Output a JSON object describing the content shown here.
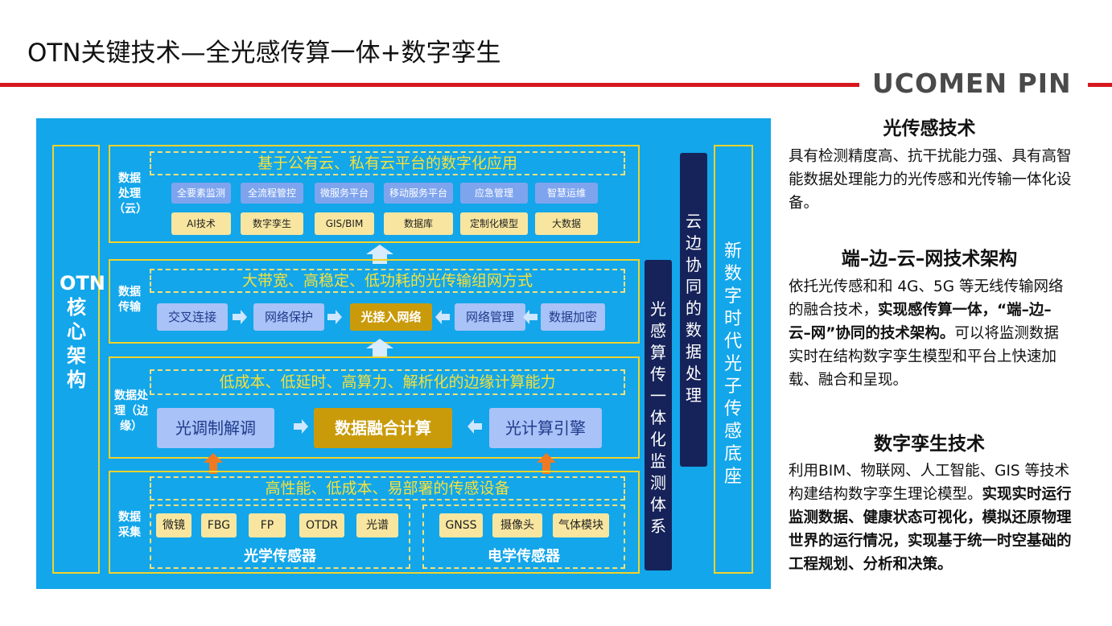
{
  "title": "OTN关键技术—全光感传算一体+数字孪生",
  "logo": "UCOMEN PIN",
  "left_vertical": "OTN核心架构",
  "right_vertical": "新数字时代光子传感底座",
  "col_cloud_edge": "云边协同的数据处理",
  "col_monitor": "光感算传一体化监测体系",
  "layer1": {
    "label": "数据处理（云）",
    "banner": "基于公有云、私有云平台的数字化应用",
    "row1": [
      "全要素监测",
      "全流程管控",
      "微服务平台",
      "移动服务平台",
      "应急管理",
      "智慧运维"
    ],
    "row2": [
      "AI技术",
      "数字孪生",
      "GIS/BIM",
      "数据库",
      "定制化模型",
      "大数据"
    ]
  },
  "layer2": {
    "label": "数据传输",
    "banner": "大带宽、高稳定、低功耗的光传输组网方式",
    "items": [
      "交叉连接",
      "网络保护",
      "光接入网络",
      "网络管理",
      "数据加密"
    ]
  },
  "layer3": {
    "label": "数据处理（边缘）",
    "banner": "低成本、低延时、高算力、解析化的边缘计算能力",
    "items": [
      "光调制解调",
      "数据融合计算",
      "光计算引擎"
    ]
  },
  "layer4": {
    "label": "数据采集",
    "banner": "高性能、低成本、易部署的传感设备",
    "optical": [
      "微镜",
      "FBG",
      "FP",
      "OTDR",
      "光谱"
    ],
    "optical_label": "光学传感器",
    "electrical": [
      "GNSS",
      "摄像头",
      "气体模块"
    ],
    "electrical_label": "电学传感器"
  },
  "right": {
    "s1_title": "光传感技术",
    "s1_body": "具有检测精度高、抗干扰能力强、具有高智能数据处理能力的光传感和光传输一体化设备。",
    "s2_title": "端–边–云–网技术架构",
    "s2_body_a": "依托光传感和和 4G、5G 等无线传输网络的融合技术，",
    "s2_body_b": "实现感传算一体，“端–边–云–网”协同的技术架构。",
    "s2_body_c": "可以将监测数据实时在结构数字孪生模型和平台上快速加载、融合和呈现。",
    "s3_title": "数字孪生技术",
    "s3_body_a": "利用BIM、物联网、人工智能、GIS 等技术构建结构数字孪生理论模型。",
    "s3_body_b": "实现实时运行监测数据、健康状态可视化，模拟还原物理世界的运行情况，实现基于统一时空基础的工程规划、分析和决策。"
  },
  "colors": {
    "accent_red": "#d6171e",
    "panel_blue": "#13a6ea",
    "gold": "#c99b0b",
    "navy": "#16235a",
    "yellow": "#f6e13a"
  }
}
